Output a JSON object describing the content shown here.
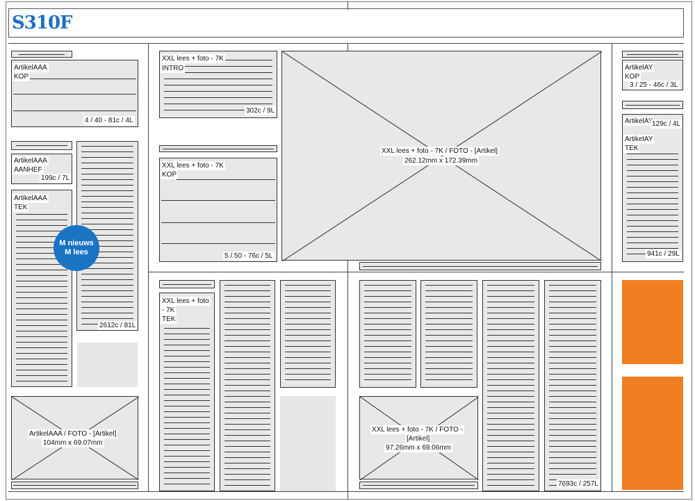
{
  "logo": "S310F",
  "badge": {
    "line1": "M nieuws",
    "line2": "M lees"
  },
  "col1": {
    "art1": {
      "name": "ArtikelAAA",
      "role": "KOP",
      "stats": "4 / 40 - 81c / 4L"
    },
    "art2": {
      "name": "ArtikelAAA",
      "role": "AANHEF",
      "stats": "199c / 7L"
    },
    "art3": {
      "name": "ArtikelAAA",
      "role": "TEK",
      "stats": "2612c / 81L"
    },
    "photo": {
      "caption1": "ArtikelAAA / FOTO - [Artikel]",
      "caption2": "104mm x 69.07mm"
    }
  },
  "col2": {
    "intro": {
      "name": "XXL lees + foto - 7K",
      "role": "INTRO",
      "stats": "302c / 9L"
    },
    "kop": {
      "name": "XXL lees + foto - 7K",
      "role": "KOP",
      "stats": "5 / 50 - 76c / 5L"
    },
    "tek": {
      "name1": "XXL lees + foto",
      "name2": "- 7K",
      "role": "TEK"
    }
  },
  "main_photo": {
    "caption1": "XXL lees + foto - 7K / FOTO - [Artikel]",
    "caption2": "262.12mm x 172.39mm"
  },
  "small_photo": {
    "caption1": "XXL lees + foto - 7K / FOTO -",
    "caption2": "[Artikel]",
    "caption3": "97.26mm x 69.06mm"
  },
  "bottom_stats": "7693c / 257L",
  "col5": {
    "kop": {
      "name": "ArtikelAY",
      "role": "KOP",
      "stats": "3 / 25 - 46c / 3L"
    },
    "aanhef": {
      "name": "ArtikelAY",
      "stats": "129c / 4L"
    },
    "tek": {
      "name": "ArtikelAY",
      "role": "TEK",
      "stats": "941c / 29L"
    }
  },
  "colors": {
    "accent_blue": "#1b73c4",
    "logo_blue": "#1f6fc2",
    "ad_orange": "#f07f22",
    "placeholder_gray": "#e6e6e6"
  }
}
